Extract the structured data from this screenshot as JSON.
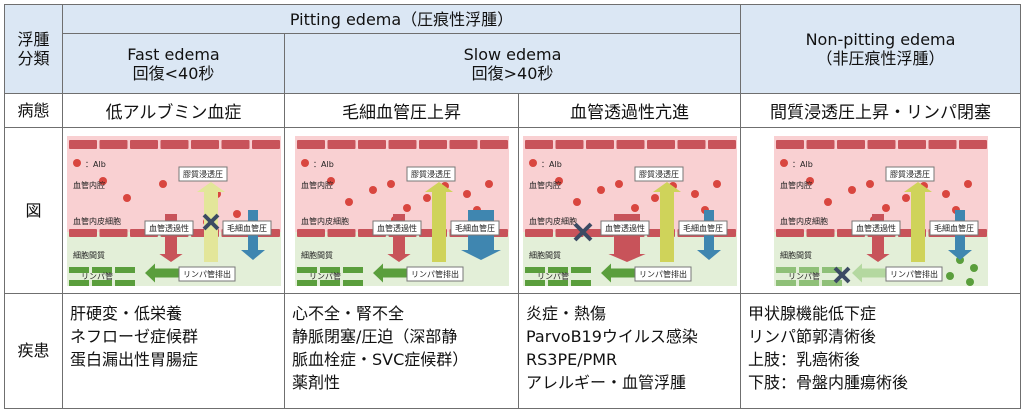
{
  "row_labels": {
    "classification": [
      "浮腫",
      "分類"
    ],
    "pathophysiology": "病態",
    "figure": "図",
    "disease": "疾患"
  },
  "header": {
    "pitting": "Pitting edema（圧痕性浮腫）",
    "fast": [
      "Fast edema",
      "回復<40秒"
    ],
    "slow": [
      "Slow edema",
      "回復>40秒"
    ],
    "nonpitting": [
      "Non-pitting edema",
      "（非圧痕性浮腫）"
    ]
  },
  "columns": [
    {
      "pathophysiology": "低アルブミン血症",
      "figure": {
        "legend": "：Alb",
        "vessel_lumen": "血管内腔",
        "endothelium": "血管内皮細胞",
        "interstitium": "細胞間質",
        "lymph_vessel": "リンパ管",
        "label_colloid": "膠質浸透圧",
        "label_permeability": "血管透過性",
        "label_capillary": "毛細血管圧",
        "label_drainage": "リンパ管排出"
      },
      "diseases": [
        "肝硬変・低栄養",
        "ネフローゼ症候群",
        "蛋白漏出性胃腸症"
      ]
    },
    {
      "pathophysiology": "毛細血管圧上昇",
      "figure": {
        "legend": "：Alb",
        "vessel_lumen": "血管内腔",
        "endothelium": "血管内皮細胞",
        "interstitium": "細胞間質",
        "lymph_vessel": "リンパ管",
        "label_colloid": "膠質浸透圧",
        "label_permeability": "血管透過性",
        "label_capillary": "毛細血管圧",
        "label_drainage": "リンパ管排出"
      },
      "diseases": [
        "心不全・腎不全",
        "静脈閉塞/圧迫（深部静",
        "脈血栓症・SVC症候群）",
        "薬剤性"
      ]
    },
    {
      "pathophysiology": "血管透過性亢進",
      "figure": {
        "legend": "：Alb",
        "vessel_lumen": "血管内腔",
        "endothelium": "血管内皮細胞",
        "interstitium": "細胞間質",
        "lymph_vessel": "リンパ管",
        "label_colloid": "膠質浸透圧",
        "label_permeability": "血管透過性",
        "label_capillary": "毛細血管圧",
        "label_drainage": "リンパ管排出"
      },
      "diseases": [
        "炎症・熱傷",
        "ParvoB19ウイルス感染",
        "RS3PE/PMR",
        "アレルギー・血管浮腫"
      ]
    },
    {
      "pathophysiology": "間質浸透圧上昇・リンパ閉塞",
      "figure": {
        "legend": "：Alb",
        "vessel_lumen": "血管内腔",
        "endothelium": "血管内皮細胞",
        "interstitium": "細胞間質",
        "lymph_vessel": "リンパ管",
        "label_colloid": "膠質浸透圧",
        "label_permeability": "血管透過性",
        "label_capillary": "毛細血管圧",
        "label_drainage": "リンパ管排出"
      },
      "diseases": [
        "甲状腺機能低下症",
        "リンパ節郭清術後",
        "上肢：乳癌術後",
        "下肢：骨盤内腫瘍術後"
      ]
    }
  ],
  "colors": {
    "header_bg": "#dbe7f4",
    "vessel_bg": "#f9d0d2",
    "interstitium_bg": "#e3efd8",
    "endothelium": "#c8535a",
    "albumin": "#d9463f",
    "lymph": "#5a9e3c",
    "colloid_arrow": "#cfd35a",
    "capillary_arrow": "#3f86b0",
    "permeability_arrow": "#c8535a",
    "block_mark": "#3c4a63"
  }
}
